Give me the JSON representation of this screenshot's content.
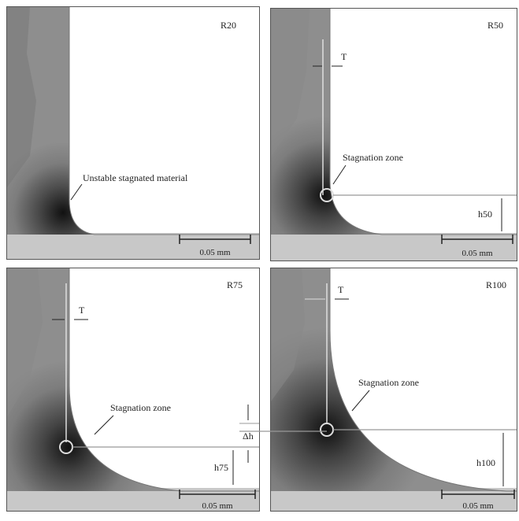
{
  "panels": [
    {
      "id": "R20",
      "label": "R20",
      "annotation": "Unstable stagnated material",
      "scale": "0.05 mm"
    },
    {
      "id": "R50",
      "label": "R50",
      "annotation": "Stagnation zone",
      "thickness": "T",
      "height": "h50",
      "scale": "0.05 mm"
    },
    {
      "id": "R75",
      "label": "R75",
      "annotation": "Stagnation zone",
      "thickness": "T",
      "height": "h75",
      "delta": "Δh",
      "scale": "0.05 mm"
    },
    {
      "id": "R100",
      "label": "R100",
      "annotation": "Stagnation zone",
      "thickness": "T",
      "height": "h100",
      "scale": "0.05 mm"
    }
  ],
  "colors": {
    "contour_dark": "#1a1a1a",
    "contour_mid": "#7a7a7a",
    "contour_light": "#b8b8b8",
    "workpiece": "#c8c8c8",
    "border": "#555555"
  }
}
